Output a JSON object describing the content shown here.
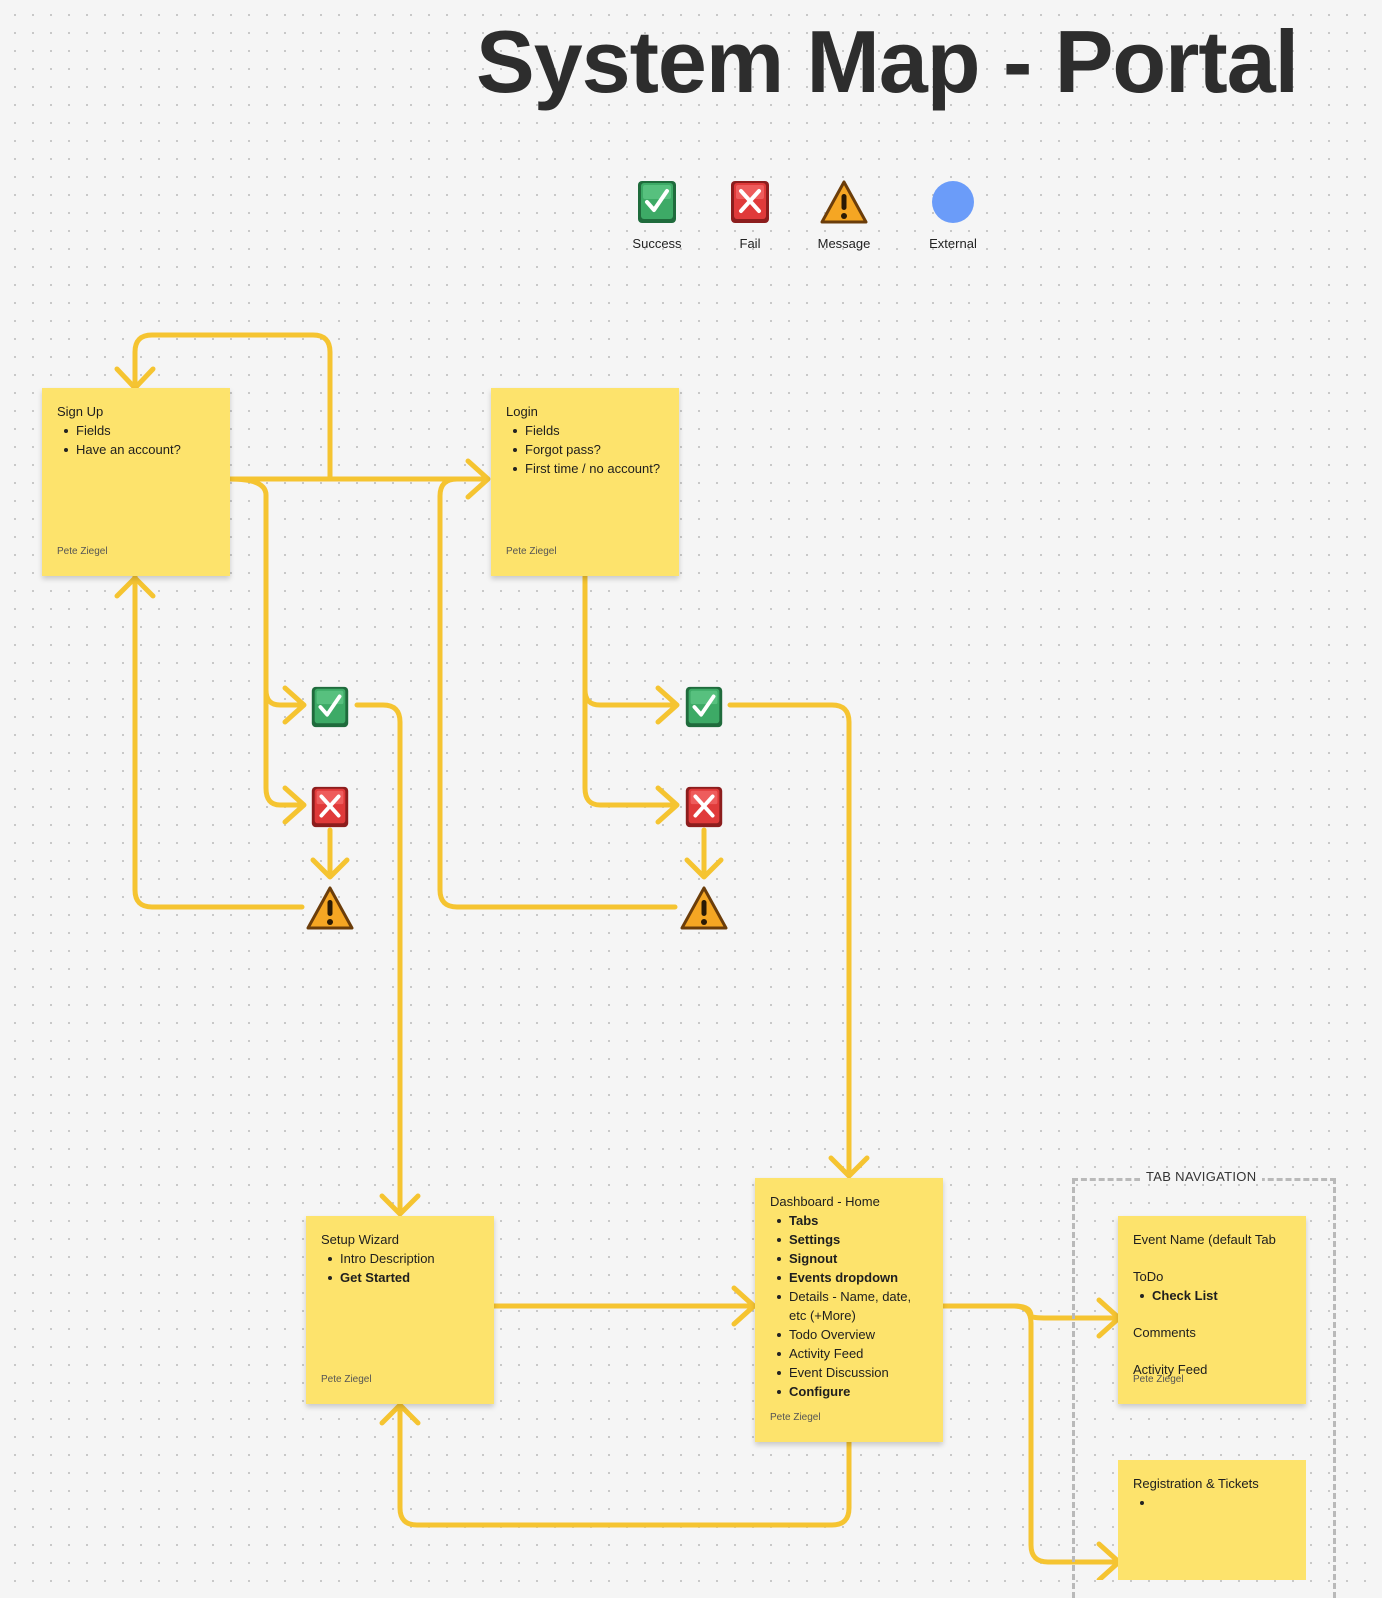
{
  "title": "System Map - Portal",
  "legend": [
    {
      "icon": "success-icon",
      "label": "Success"
    },
    {
      "icon": "fail-icon",
      "label": "Fail"
    },
    {
      "icon": "message-icon",
      "label": "Message"
    },
    {
      "icon": "external-icon",
      "label": "External"
    }
  ],
  "colors": {
    "connector": "#f5c431",
    "sticky": "#fde36c",
    "success": "#3daa66",
    "fail": "#e03a3a",
    "message": "#f5a623",
    "external": "#6b9cf9"
  },
  "nodes": {
    "signup": {
      "heading": "Sign Up",
      "items": [
        "Fields",
        "Have an account?"
      ],
      "author": "Pete Ziegel"
    },
    "login": {
      "heading": "Login",
      "items": [
        "Fields",
        "Forgot pass?",
        "First time / no account?"
      ],
      "author": "Pete Ziegel"
    },
    "setup": {
      "heading": "Setup Wizard",
      "items": [
        "Intro Description",
        "Get Started"
      ],
      "author": "Pete Ziegel"
    },
    "dashboard": {
      "heading": "Dashboard - Home",
      "items": [
        "Tabs",
        "Settings",
        "Signout",
        "Events dropdown",
        "Details - Name, date, etc (+More)",
        "Todo Overview",
        "Activity Feed",
        "Event Discussion",
        "Configure"
      ],
      "author": "Pete Ziegel"
    },
    "eventtab": {
      "sections": [
        "Event Name (default Tab",
        "ToDo",
        "Comments",
        "Activity Feed"
      ],
      "todo_items": [
        "Check List"
      ],
      "author": "Pete Ziegel"
    },
    "registration": {
      "heading": "Registration & Tickets",
      "items": [
        ""
      ]
    }
  },
  "group": {
    "label": "TAB NAVIGATION"
  }
}
